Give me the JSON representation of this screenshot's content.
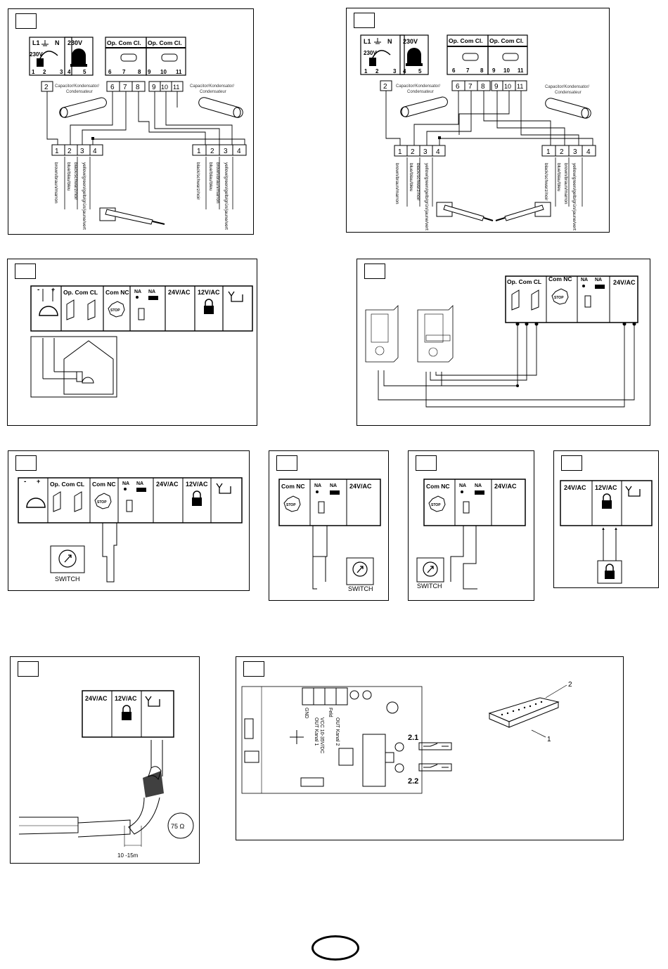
{
  "supply": {
    "l1": "L1",
    "n": "N",
    "v230": "230V",
    "nums": [
      "1",
      "2",
      "3",
      "4",
      "5"
    ]
  },
  "terminals": {
    "motor1": [
      "6",
      "7",
      "8"
    ],
    "motor2": [
      "9",
      "10",
      "11"
    ],
    "t2": "2",
    "motor_block": [
      "1",
      "2",
      "3",
      "4"
    ]
  },
  "labels": {
    "op_com_cl": "Op. Com Cl.",
    "op_com_cl_short": "Op. Com CL",
    "capacitor": [
      "Capacitor/Kondensator/",
      "Condensateur"
    ],
    "com_nc": "Com NC",
    "na": "NA",
    "stop": "STOP",
    "v24": "24V/AC",
    "v12": "12V/AC",
    "switch": "SWITCH",
    "ohm": "75 Ω",
    "distance": "10 -15m"
  },
  "wires_left": {
    "m1": [
      "brown/braun/marron",
      "blue/blau/bleu",
      "black/schwarz/noir",
      "yellow/green/gelb/grün/jaune/vert"
    ],
    "m2": [
      "black/schwarz/noir",
      "blue/blau/bleu",
      "brown/braun/marron",
      "yellow/green/gelb/grün/jaune/vert"
    ]
  },
  "receiver": {
    "labels": [
      "GND",
      "OUT Kanal 1",
      "VCC 10-35V/DC",
      "Feld",
      "OUT Kanal 2"
    ],
    "ch1": "2.1",
    "ch2": "2.2",
    "callout1": "1",
    "callout2": "2"
  },
  "page": {
    "number": ""
  }
}
